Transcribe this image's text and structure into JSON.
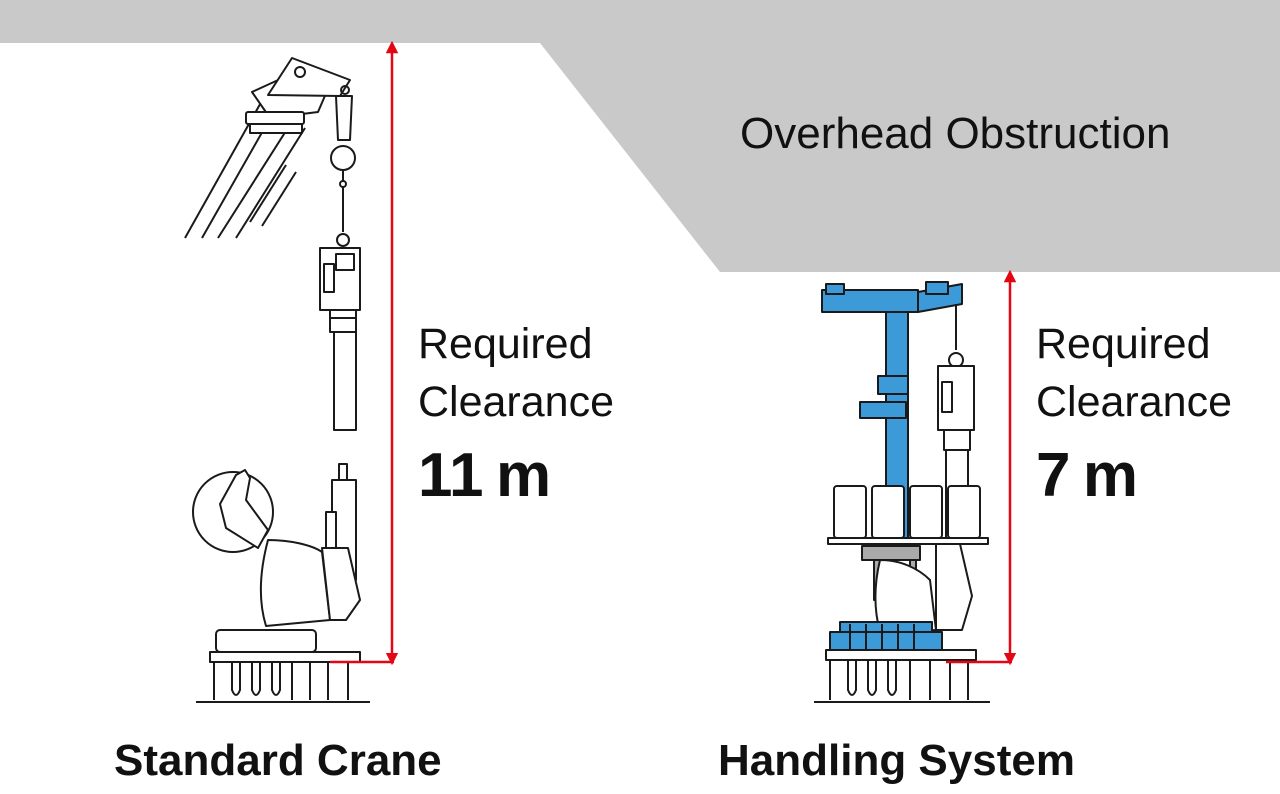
{
  "obstruction_label": "Overhead Obstruction",
  "left": {
    "clearance_line1": "Required",
    "clearance_line2": "Clearance",
    "clearance_value": "11 m",
    "caption": "Standard Crane"
  },
  "right": {
    "clearance_line1": "Required",
    "clearance_line2": "Clearance",
    "clearance_value": "7 m",
    "caption": "Handling System"
  },
  "colors": {
    "obstruction": "#c9c9c9",
    "dimension_arrow": "#e30613",
    "handling_system": "#3d9ad8",
    "line_art": "#1a1a1a"
  }
}
